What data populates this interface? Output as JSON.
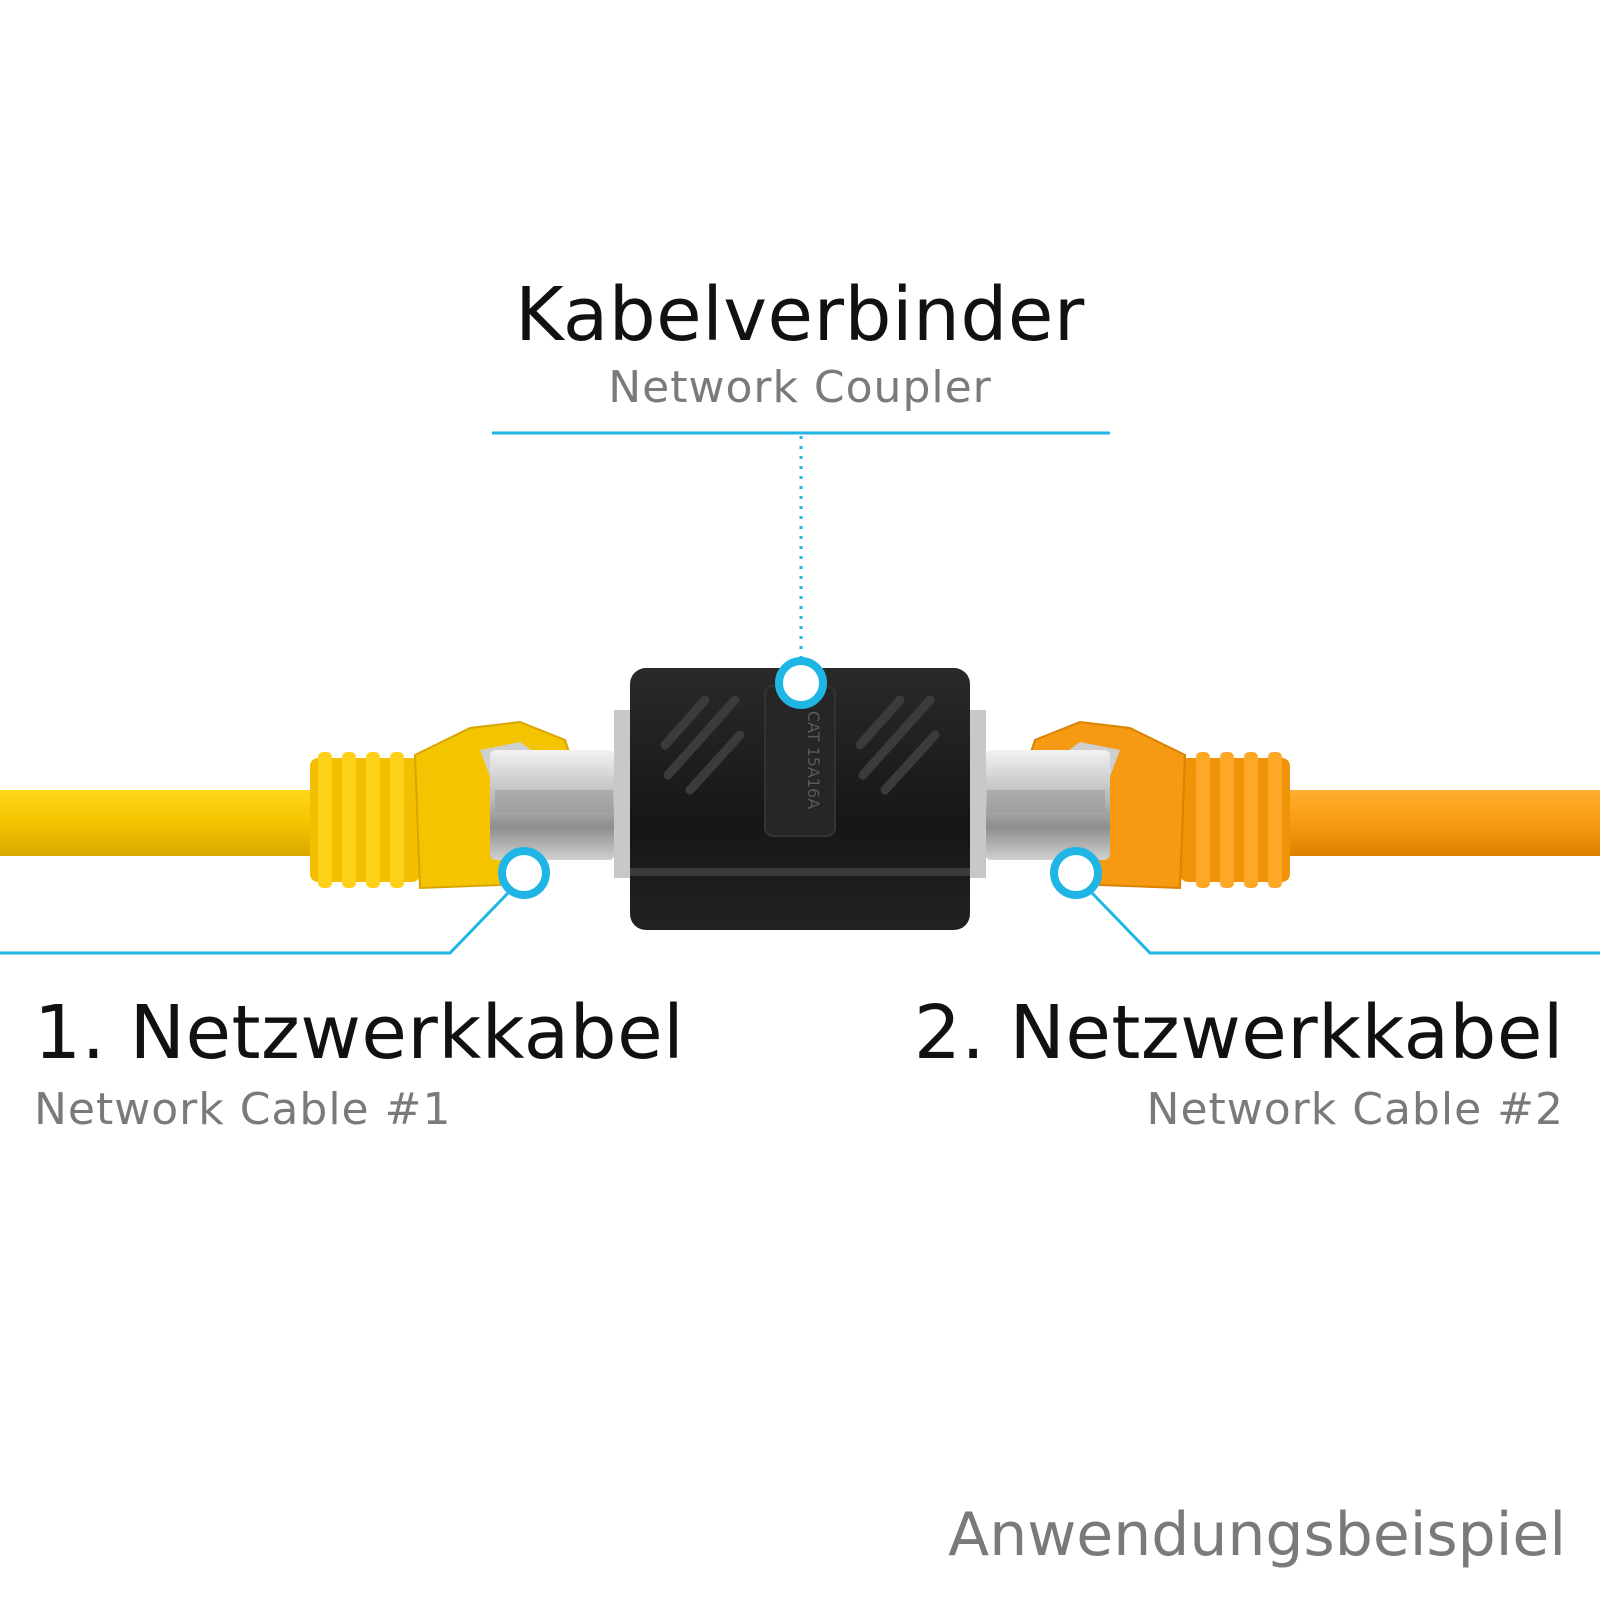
{
  "coupler": {
    "title": "Kabelverbinder",
    "subtitle": "Network Coupler",
    "printed_marking": "CAT 15A16A"
  },
  "cable_1": {
    "title": "1. Netzwerkkabel",
    "subtitle": "Network Cable #1"
  },
  "cable_2": {
    "title": "2. Netzwerkkabel",
    "subtitle": "Network Cable #2"
  },
  "footer": {
    "caption": "Anwendungsbeispiel"
  },
  "colors": {
    "callout_line": "#1fb6e6",
    "cable_1": "#f7c600",
    "cable_2": "#f59a12",
    "coupler_body": "#1c1c1c",
    "title_text": "#111111",
    "subtitle_text": "#7a7a7a"
  }
}
